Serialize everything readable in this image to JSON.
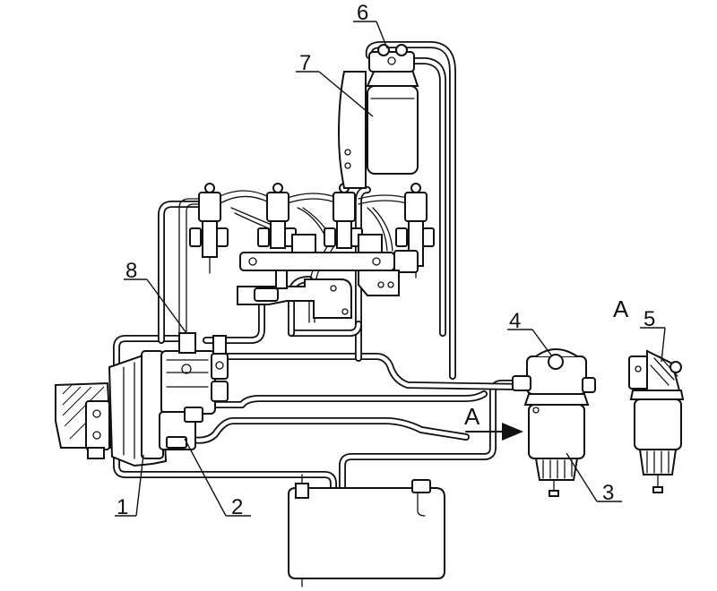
{
  "callouts": [
    {
      "id": "1",
      "text": "1"
    },
    {
      "id": "2",
      "text": "2"
    },
    {
      "id": "3",
      "text": "3"
    },
    {
      "id": "4",
      "text": "4"
    },
    {
      "id": "5",
      "text": "5"
    },
    {
      "id": "6",
      "text": "6"
    },
    {
      "id": "7",
      "text": "7"
    },
    {
      "id": "8",
      "text": "8"
    }
  ],
  "view_labels": {
    "arrow_a": "A",
    "view_a": "A"
  }
}
